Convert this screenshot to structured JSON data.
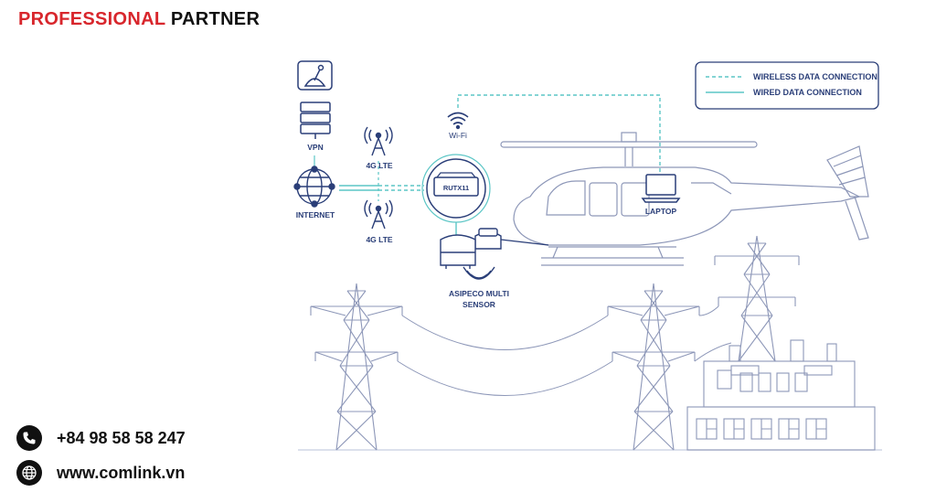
{
  "brand": {
    "part1": "PROFESSIONAL",
    "part2": "PARTNER",
    "accent": "#d8262c",
    "text_color": "#111111"
  },
  "contact": {
    "phone": "+84 98 58 58 247",
    "website": "www.comlink.vn",
    "phone_icon": "phone-icon",
    "web_icon": "globe-icon"
  },
  "legend": {
    "wireless": "WIRELESS DATA CONNECTION",
    "wired": "WIRED DATA CONNECTION"
  },
  "diagram": {
    "vpn": "VPN",
    "internet": "INTERNET",
    "lte_top": "4G LTE",
    "lte_bottom": "4G LTE",
    "wifi": "Wi-Fi",
    "router": "RUTX11",
    "laptop": "LAPTOP",
    "sensor_line1": "ASIPECO MULTI",
    "sensor_line2": "SENSOR",
    "line_color": "#2a3e78",
    "wireless_color": "#5cc6c6",
    "illustration_color": "#8d97b8"
  }
}
